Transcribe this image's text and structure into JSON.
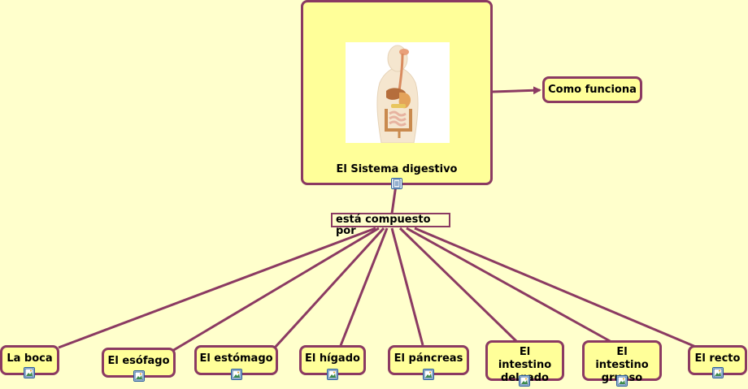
{
  "central": {
    "title": "El Sistema digestivo",
    "image_desc": "digestive-system-illustration",
    "icon": "document-icon"
  },
  "side_concept": {
    "label": "Como funciona"
  },
  "linking_phrase": "está compuesto por",
  "parts": [
    {
      "label": "La boca",
      "icon": "image-icon"
    },
    {
      "label": "El esófago",
      "icon": "image-icon"
    },
    {
      "label": "El estómago",
      "icon": "image-icon"
    },
    {
      "label": "El hígado",
      "icon": "image-icon"
    },
    {
      "label": "El páncreas",
      "icon": "image-icon"
    },
    {
      "label": "El intestino delgado",
      "icon": "image-icon"
    },
    {
      "label": "El intestino grueso",
      "icon": "image-icon"
    },
    {
      "label": "El recto",
      "icon": "image-icon"
    }
  ],
  "colors": {
    "background": "#FFFFCC",
    "node_fill": "#FFFF99",
    "border": "#8B3A62",
    "icon_blue": "#2a5f9e"
  }
}
